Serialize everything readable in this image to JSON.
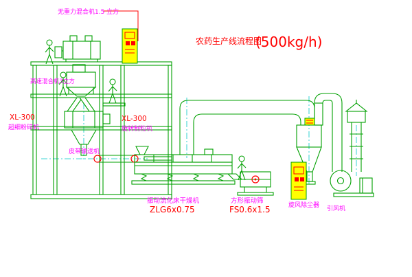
{
  "diagram": {
    "title": "农药生产线流程图",
    "capacity": "(500kg/h)"
  },
  "labels": {
    "mixer_top": "无重力混合机1.5 立方",
    "high_speed_mixer": "高速混合机3立方",
    "mill_model": "XL-300",
    "mill_name": "超细粉碎机",
    "granulator_model": "XL-300",
    "granulator_name": "旋转制粒机",
    "belt_conveyor": "皮带输送机",
    "dryer_name": "振动流化床干燥机",
    "dryer_model": "ZLG6x0.75",
    "sieve_name": "方形振动筛",
    "sieve_model": "FS0.6x1.5",
    "cyclone": "旋风除尘器",
    "induced_fan": "引风机"
  },
  "colors": {
    "equipment": "#00a000",
    "label": "#ff00ff",
    "model": "#ff0000",
    "panel": "#ffff00",
    "centerline": "#00c8c8",
    "background": "#ffffff"
  }
}
